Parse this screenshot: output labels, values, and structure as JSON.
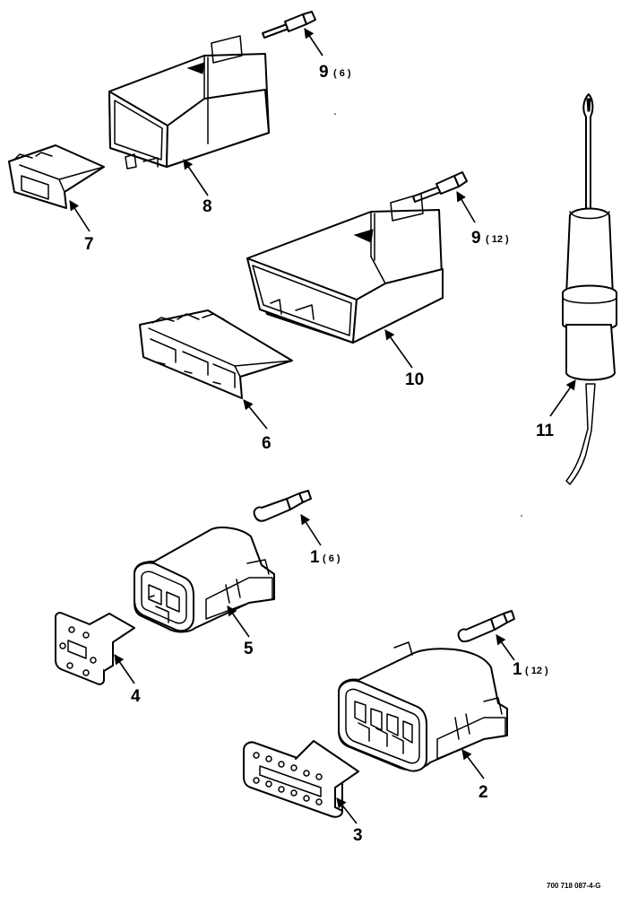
{
  "drawing_number": "700 718 087-4-G",
  "callouts": {
    "c1a": {
      "num": "1",
      "qty": "( 6 )"
    },
    "c1b": {
      "num": "1",
      "qty": "( 12 )"
    },
    "c2": {
      "num": "2"
    },
    "c3": {
      "num": "3"
    },
    "c4": {
      "num": "4"
    },
    "c5": {
      "num": "5"
    },
    "c6": {
      "num": "6"
    },
    "c7": {
      "num": "7"
    },
    "c8": {
      "num": "8"
    },
    "c9a": {
      "num": "9",
      "qty": "( 6 )"
    },
    "c9b": {
      "num": "9",
      "qty": "( 12 )"
    },
    "c10": {
      "num": "10"
    },
    "c11": {
      "num": "11"
    }
  },
  "icons": {
    "pin": "pin-contact-icon",
    "socket": "socket-contact-icon",
    "tool": "removal-tool-icon"
  },
  "colors": {
    "ink": "#000000",
    "paper": "#ffffff"
  }
}
